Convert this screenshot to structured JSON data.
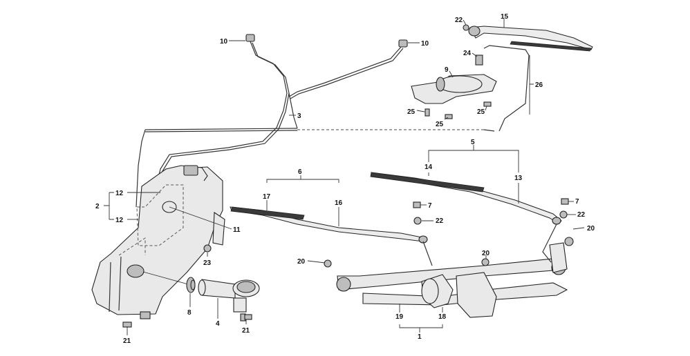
{
  "callouts": {
    "c1": "1",
    "c2": "2",
    "c3": "3",
    "c4": "4",
    "c5": "5",
    "c6": "6",
    "c7a": "7",
    "c7b": "7",
    "c8": "8",
    "c9": "9",
    "c10a": "10",
    "c10b": "10",
    "c11": "11",
    "c12a": "12",
    "c12b": "12",
    "c13": "13",
    "c14": "14",
    "c15": "15",
    "c16": "16",
    "c17": "17",
    "c18": "18",
    "c19": "19",
    "c20a": "20",
    "c20b": "20",
    "c20c": "20",
    "c21a": "21",
    "c21b": "21",
    "c22a": "22",
    "c22b": "22",
    "c22c": "22",
    "c23": "23",
    "c24": "24",
    "c25a": "25",
    "c25b": "25",
    "c25c": "25",
    "c26": "26"
  }
}
